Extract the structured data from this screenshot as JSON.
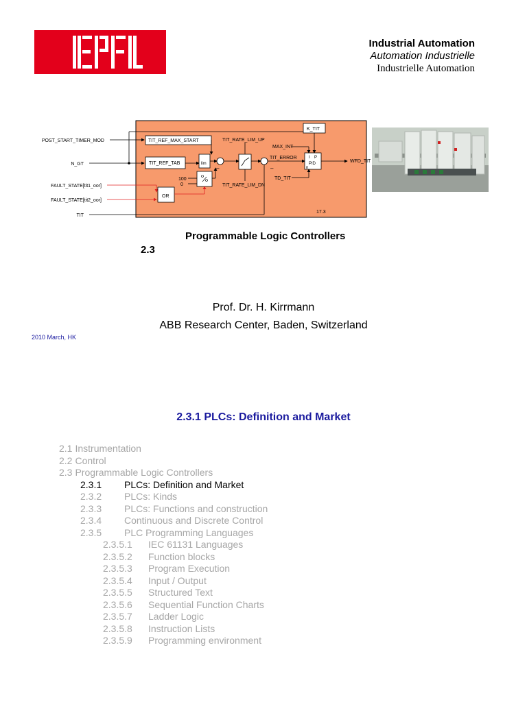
{
  "header": {
    "line1": "Industrial Automation",
    "line2": "Automation Industrielle",
    "line3": "Industrielle Automation"
  },
  "diagram": {
    "inputs": [
      "POST_START_TIMER_MOD",
      "N_GT",
      "FAULT_STATE[tit1_oor]",
      "FAULT_STATE[tit2_oor]",
      "TIT"
    ],
    "blocks": {
      "tit_ref_max_start": "TIT_REF_MAX_START",
      "tit_ref_tab": "TIT_REF_TAB",
      "lim": "lim",
      "or": "OR",
      "k_tit": "K_TIT",
      "pid": "PID",
      "pid_i": "I",
      "pid_p": "P",
      "pid_n": "n"
    },
    "labels": {
      "rate_up": "TIT_RATE_LIM_UP",
      "rate_dn": "TIT_RATE_LIM_DN",
      "max_int": "MAX_INT",
      "tit_error": "TIT_ERROR",
      "td_tit": "TD_TIT",
      "output": "WFD_TIT",
      "val100": "100",
      "val0": "0",
      "page_ref": "17.3"
    },
    "colors": {
      "fill": "#f79a6c",
      "signal_red": "#e02020"
    }
  },
  "title": {
    "main": "Programmable Logic Controllers",
    "section": "2.3"
  },
  "author": {
    "name": "Prof. Dr. H. Kirrmann",
    "affiliation": "ABB Research Center, Baden, Switzerland"
  },
  "date": "2010 March, HK",
  "heading": "2.3.1 PLCs: Definition and Market",
  "toc": [
    {
      "num": "2.1",
      "label": "Instrumentation",
      "level": 0,
      "active": false
    },
    {
      "num": "2.2",
      "label": "Control",
      "level": 0,
      "active": false
    },
    {
      "num": "2.3",
      "label": "Programmable Logic Controllers",
      "level": 0,
      "active": false
    },
    {
      "num": "2.3.1",
      "label": "PLCs: Definition and Market",
      "level": 1,
      "active": true
    },
    {
      "num": "2.3.2",
      "label": "PLCs: Kinds",
      "level": 1,
      "active": false
    },
    {
      "num": "2.3.3",
      "label": "PLCs: Functions and construction",
      "level": 1,
      "active": false
    },
    {
      "num": "2.3.4",
      "label": "Continuous and Discrete Control",
      "level": 1,
      "active": false
    },
    {
      "num": "2.3.5",
      "label": "PLC Programming Languages",
      "level": 1,
      "active": false
    },
    {
      "num": "2.3.5.1",
      "label": "IEC 61131 Languages",
      "level": 2,
      "active": false
    },
    {
      "num": "2.3.5.2",
      "label": "Function blocks",
      "level": 2,
      "active": false
    },
    {
      "num": "2.3.5.3",
      "label": "Program Execution",
      "level": 2,
      "active": false
    },
    {
      "num": "2.3.5.4",
      "label": "Input / Output",
      "level": 2,
      "active": false
    },
    {
      "num": "2.3.5.5",
      "label": "Structured Text",
      "level": 2,
      "active": false
    },
    {
      "num": "2.3.5.6",
      "label": "Sequential Function Charts",
      "level": 2,
      "active": false
    },
    {
      "num": "2.3.5.7",
      "label": "Ladder Logic",
      "level": 2,
      "active": false
    },
    {
      "num": "2.3.5.8",
      "label": "Instruction Lists",
      "level": 2,
      "active": false
    },
    {
      "num": "2.3.5.9",
      "label": "Programming environment",
      "level": 2,
      "active": false
    }
  ]
}
